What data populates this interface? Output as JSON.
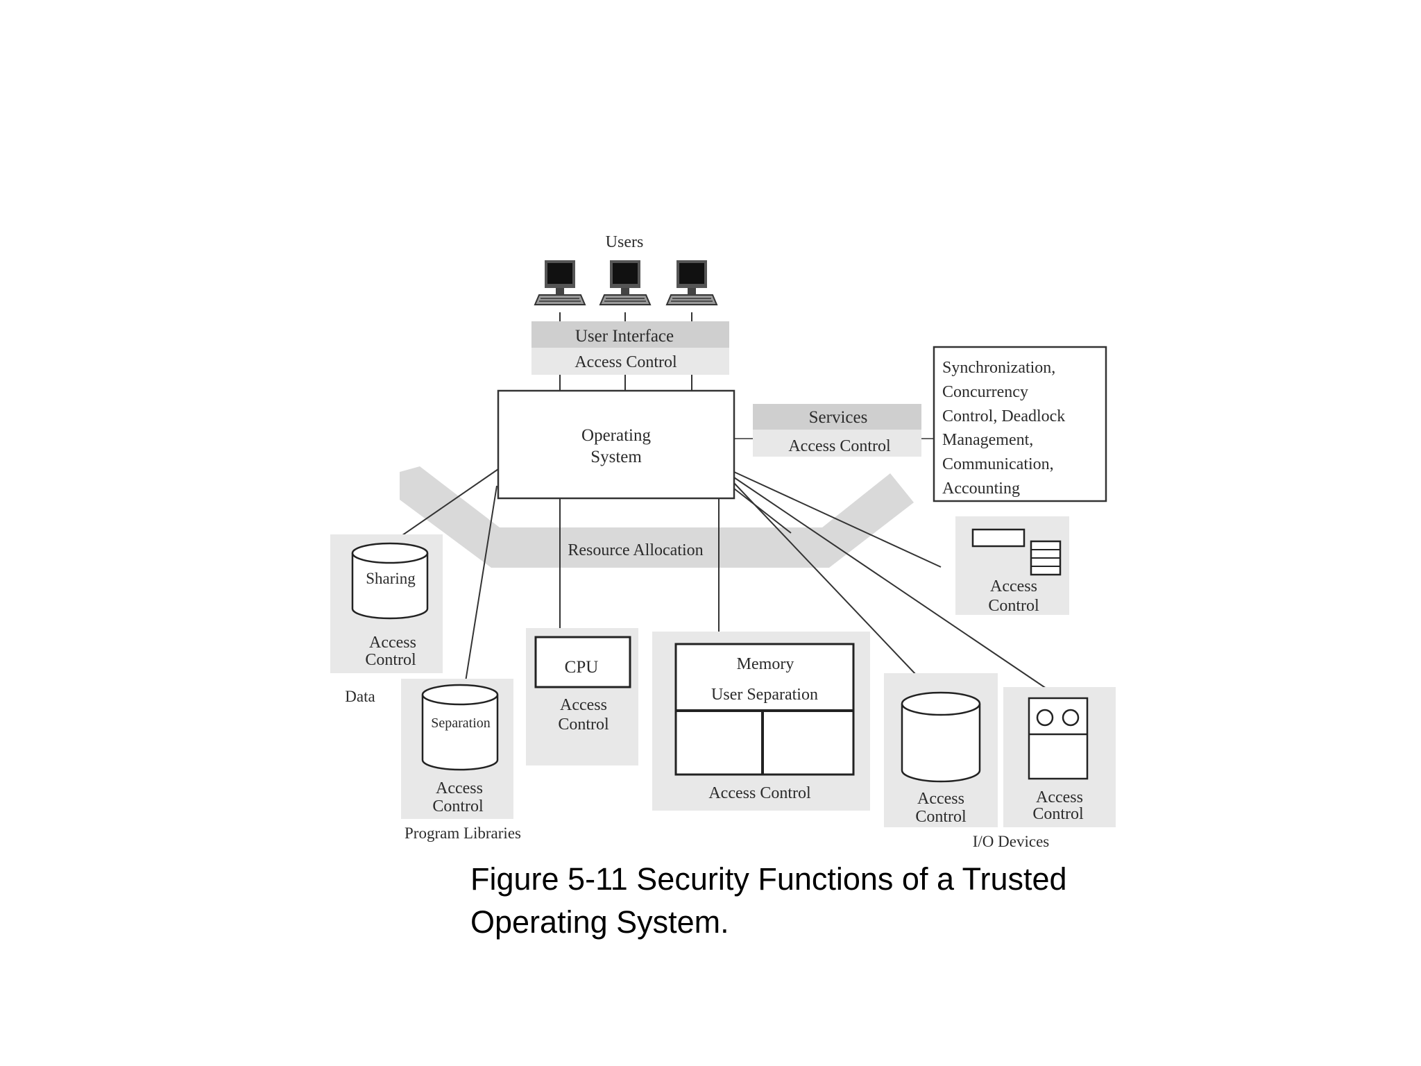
{
  "users_label": "Users",
  "user_interface": {
    "title": "User Interface",
    "subtitle": "Access Control"
  },
  "operating_system": {
    "line1": "Operating",
    "line2": "System"
  },
  "services": {
    "title": "Services",
    "subtitle": "Access Control"
  },
  "service_functions": [
    "Synchronization,",
    "Concurrency",
    "Control, Deadlock",
    "Management,",
    "Communication,",
    "Accounting"
  ],
  "resource_allocation": "Resource Allocation",
  "data": {
    "cylinder_label": "Sharing",
    "access": [
      "Access",
      "Control"
    ],
    "group_label": "Data"
  },
  "program_libraries": {
    "cylinder_label": "Separation",
    "access": [
      "Access",
      "Control"
    ],
    "group_label": "Program Libraries"
  },
  "cpu": {
    "label": "CPU",
    "access": [
      "Access",
      "Control"
    ]
  },
  "memory": {
    "title": "Memory",
    "subtitle": "User Separation",
    "access": "Access Control"
  },
  "io_device_1": {
    "access": [
      "Access",
      "Control"
    ]
  },
  "io_device_2": {
    "access": [
      "Access",
      "Control"
    ]
  },
  "io_device_3": {
    "access": [
      "Access",
      "Control"
    ]
  },
  "io_group_label": "I/O Devices",
  "caption": {
    "line1": "Figure 5-11  Security Functions of a Trusted",
    "line2": "Operating System."
  },
  "colors": {
    "band": "#d9d9d9",
    "panel": "#e8e8e8",
    "header": "#cfcfcf",
    "line": "#333333"
  }
}
